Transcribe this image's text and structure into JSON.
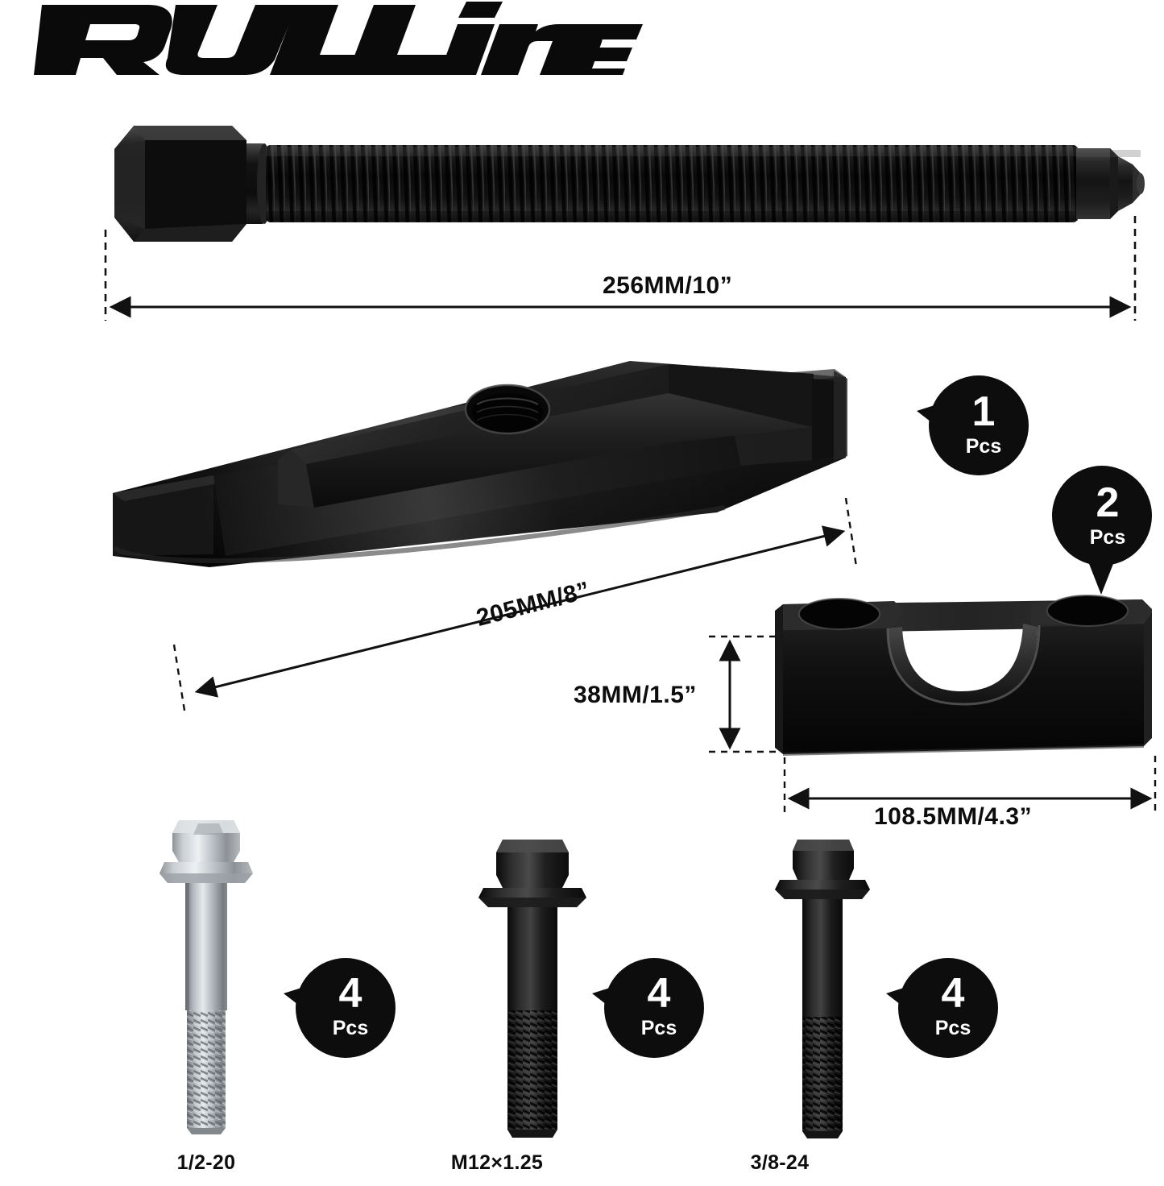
{
  "brand": {
    "name": "RULLINE",
    "logo_color": "#0a0a0a"
  },
  "dimensions": {
    "rod_length": "256MM/10”",
    "bar_length": "205MM/8”",
    "saddle_height": "38MM/1.5”",
    "saddle_width": "108.5MM/4.3”"
  },
  "callouts": {
    "rod_bar": {
      "count": "1",
      "unit": "Pcs"
    },
    "saddle": {
      "count": "2",
      "unit": "Pcs"
    },
    "bolt_1": {
      "count": "4",
      "unit": "Pcs"
    },
    "bolt_2": {
      "count": "4",
      "unit": "Pcs"
    },
    "bolt_3": {
      "count": "4",
      "unit": "Pcs"
    }
  },
  "bolts": [
    {
      "thread": "1/2-20",
      "finish": "zinc"
    },
    {
      "thread": "M12×1.25",
      "finish": "black-oxide"
    },
    {
      "thread": "3/8-24",
      "finish": "black-oxide"
    }
  ],
  "colors": {
    "part_black": "#191919",
    "part_black_dark": "#0d0d0d",
    "part_black_light": "#3a3a3a",
    "zinc_light": "#d5d8da",
    "zinc_mid": "#a8adb2",
    "zinc_dark": "#7d8287",
    "badge_bg": "#0d0d0d",
    "badge_text": "#ffffff",
    "dim_line": "#111111",
    "background": "#ffffff"
  },
  "parts": [
    {
      "name": "forcing-screw",
      "shape": "hex-head threaded rod with conical tip"
    },
    {
      "name": "press-bar",
      "shape": "rectangular bar with raised rib and threaded hole"
    },
    {
      "name": "saddle-block",
      "shape": "rectangular block with semicircular cutout and two bolt holes"
    },
    {
      "name": "flange-bolt-zinc",
      "shape": "hex flange bolt"
    },
    {
      "name": "flange-bolt-black-m12",
      "shape": "hex flange bolt"
    },
    {
      "name": "flange-bolt-black-38",
      "shape": "hex flange bolt"
    }
  ]
}
